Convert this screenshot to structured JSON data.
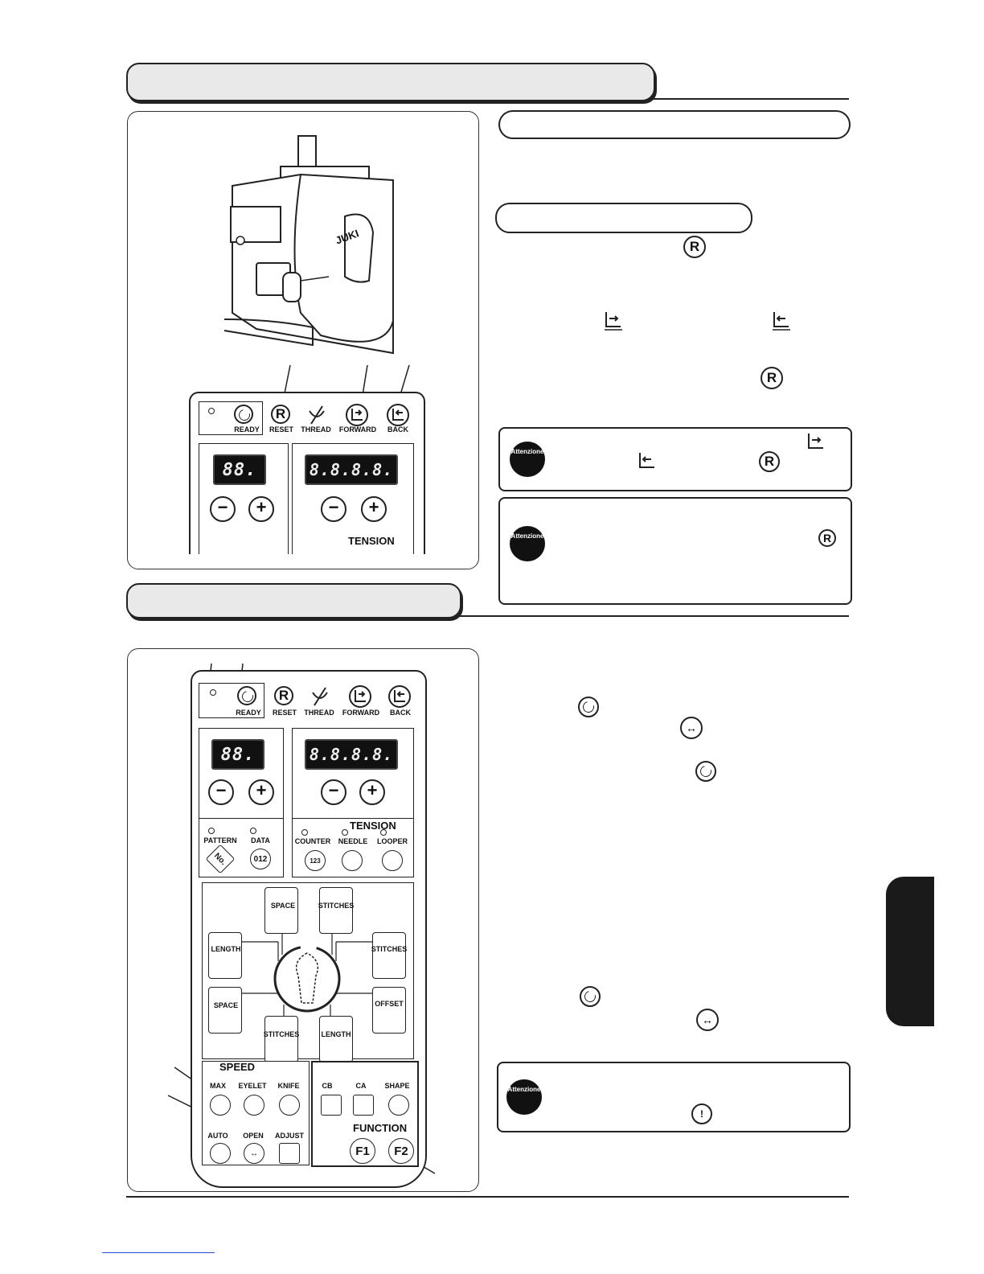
{
  "panel_labels": {
    "ready": "READY",
    "reset": "RESET",
    "thread": "THREAD",
    "forward": "FORWARD",
    "back": "BACK",
    "tension": "TENSION",
    "pattern": "PATTERN",
    "data": "DATA",
    "counter": "COUNTER",
    "needle": "NEEDLE",
    "looper": "LOOPER",
    "space": "SPACE",
    "stitches": "STITCHES",
    "length": "LENGTH",
    "offset": "OFFSET",
    "speed": "SPEED",
    "max": "MAX",
    "eyelet": "EYELET",
    "knife": "KNIFE",
    "cb": "CB",
    "ca": "CA",
    "shape": "SHAPE",
    "auto": "AUTO",
    "open": "OPEN",
    "adjust": "ADJUST",
    "function": "FUNCTION",
    "f1": "F1",
    "f2": "F2",
    "no_icon": "No.",
    "data_icon": "012",
    "counter_icon": "123",
    "reset_icon": "R",
    "juki_logo": "JUKI"
  },
  "displays": {
    "small_lcd": "88.",
    "large_lcd": "8.8.8.8."
  },
  "caution_label": "Attenzione",
  "icons": {
    "reset": "reset-r-icon",
    "ready": "ready-ring-icon",
    "forward": "forward-arrow-icon",
    "back": "back-arrow-icon",
    "open": "open-arrows-icon",
    "knife": "knife-icon",
    "caution": "caution-hand-icon"
  },
  "colors": {
    "ink": "#111111",
    "header_fill": "#e9e9e9",
    "tab": "#1a1a1a",
    "link": "#2b4bd6"
  }
}
